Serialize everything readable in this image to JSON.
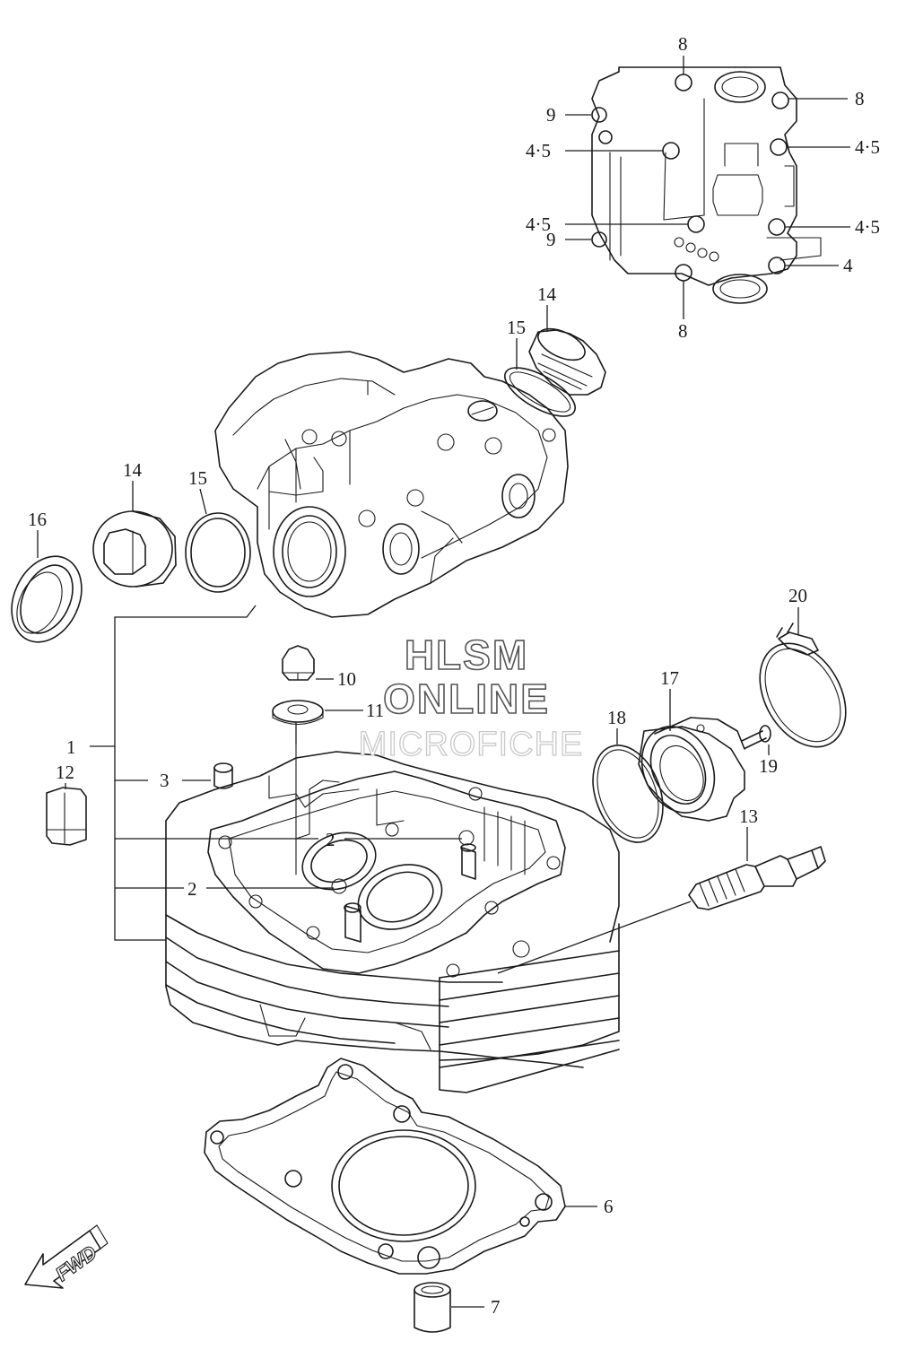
{
  "diagram": {
    "parts": {
      "p1": "1",
      "p2a": "2",
      "p2b": "2",
      "p3": "3",
      "p6": "6",
      "p7": "7",
      "p10": "10",
      "p11": "11",
      "p12": "12",
      "p13": "13",
      "p14a": "14",
      "p14b": "14",
      "p15a": "15",
      "p15b": "15",
      "p16": "16",
      "p17": "17",
      "p18": "18",
      "p19": "19",
      "p20": "20"
    },
    "bolt_pattern": {
      "b8_top": "8",
      "b8_right": "8",
      "b8_bottom": "8",
      "b9_upper": "9",
      "b9_lower": "9",
      "b45_left_upper": "4·5",
      "b45_right_upper": "4·5",
      "b45_left_lower": "4·5",
      "b45_right_lower": "4·5",
      "b4": "4"
    },
    "fwd_label": "FWD"
  },
  "watermark": {
    "line1": "HLSM",
    "line2": "ONLINE",
    "line3": "MICROFICHE"
  }
}
